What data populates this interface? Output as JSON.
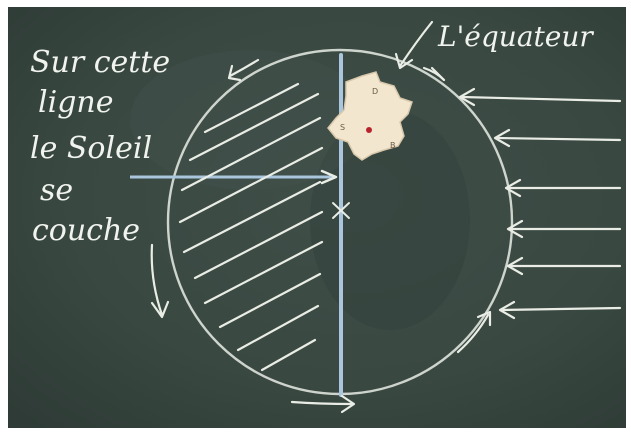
{
  "board": {
    "text_left_lines": [
      "Sur cette",
      "ligne",
      "le Soleil",
      "se",
      "couche"
    ],
    "text_equator": "L'équateur"
  },
  "cutout": {
    "labels": [
      "D",
      "S",
      "B"
    ]
  },
  "colors": {
    "board": "#3a4a44",
    "board_dark": "#2f3d38",
    "frame": "#ffffff",
    "chalk": "#e9ede6",
    "chalk_blue": "#a9c6dd",
    "cutout": "#f3e6cf"
  }
}
